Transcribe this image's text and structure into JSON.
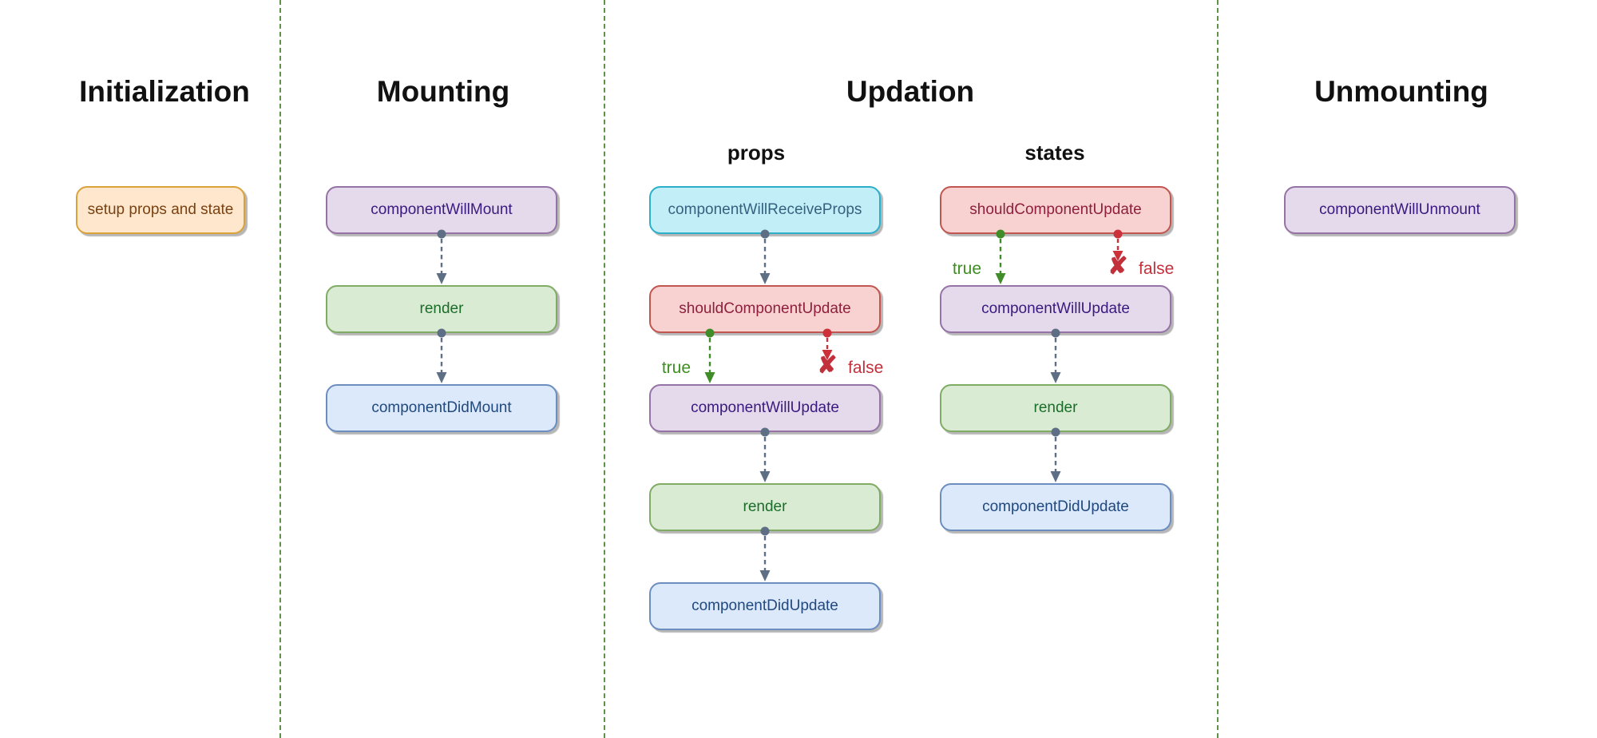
{
  "sections": {
    "initialization": {
      "title": "Initialization"
    },
    "mounting": {
      "title": "Mounting"
    },
    "updation": {
      "title": "Updation",
      "props_label": "props",
      "states_label": "states"
    },
    "unmounting": {
      "title": "Unmounting"
    }
  },
  "nodes": {
    "setup": {
      "label": "setup props and state",
      "style": "orange"
    }
  },
  "flows": {
    "mounting": [
      {
        "label": "componentWillMount",
        "style": "purple"
      },
      {
        "label": "render",
        "style": "green"
      },
      {
        "label": "componentDidMount",
        "style": "blue"
      }
    ],
    "updation_props": [
      {
        "label": "componentWillReceiveProps",
        "style": "cyan"
      },
      {
        "label": "shouldComponentUpdate",
        "style": "red"
      },
      {
        "label": "componentWillUpdate",
        "style": "purple"
      },
      {
        "label": "render",
        "style": "green"
      },
      {
        "label": "componentDidUpdate",
        "style": "blue"
      }
    ],
    "updation_states": [
      {
        "label": "shouldComponentUpdate",
        "style": "red"
      },
      {
        "label": "componentWillUpdate",
        "style": "purple"
      },
      {
        "label": "render",
        "style": "green"
      },
      {
        "label": "componentDidUpdate",
        "style": "blue"
      }
    ],
    "unmounting": [
      {
        "label": "componentWillUnmount",
        "style": "purple"
      }
    ]
  },
  "branch": {
    "true_label": "true",
    "false_label": "false",
    "false_icon": "✘"
  },
  "colors": {
    "separator": "#5d9247",
    "arrow": "#5e6f85",
    "true_branch": "#3e8e22",
    "false_branch": "#c2303c",
    "node_styles": {
      "orange": {
        "fill": "#ffe7cd",
        "stroke": "#d9a23b",
        "text": "#7a4111"
      },
      "purple": {
        "fill": "#e5d9ec",
        "stroke": "#9673a6",
        "text": "#3a1a7e"
      },
      "green": {
        "fill": "#d9ebd3",
        "stroke": "#7fab64",
        "text": "#1b6e2a"
      },
      "blue": {
        "fill": "#dbe9fb",
        "stroke": "#6c8ebf",
        "text": "#21497f"
      },
      "red": {
        "fill": "#f8d2d0",
        "stroke": "#c1554f",
        "text": "#8e1f3e"
      },
      "cyan": {
        "fill": "#c2eef8",
        "stroke": "#2cb0ca",
        "text": "#35617f"
      }
    }
  }
}
